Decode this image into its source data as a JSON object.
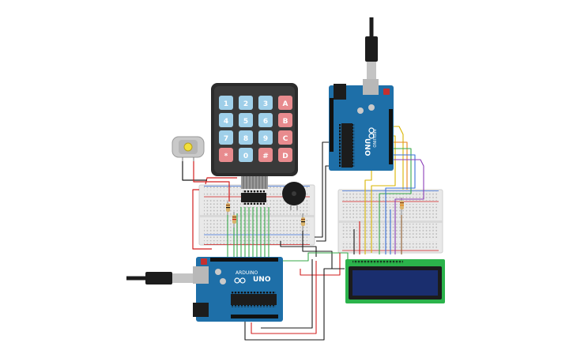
{
  "keypad": {
    "keys": [
      {
        "label": "1",
        "kind": "num"
      },
      {
        "label": "2",
        "kind": "num"
      },
      {
        "label": "3",
        "kind": "num"
      },
      {
        "label": "A",
        "kind": "fn"
      },
      {
        "label": "4",
        "kind": "num"
      },
      {
        "label": "5",
        "kind": "num"
      },
      {
        "label": "6",
        "kind": "num"
      },
      {
        "label": "B",
        "kind": "fn"
      },
      {
        "label": "7",
        "kind": "num"
      },
      {
        "label": "8",
        "kind": "num"
      },
      {
        "label": "9",
        "kind": "num"
      },
      {
        "label": "C",
        "kind": "fn"
      },
      {
        "label": "*",
        "kind": "fn"
      },
      {
        "label": "0",
        "kind": "num"
      },
      {
        "label": "#",
        "kind": "fn"
      },
      {
        "label": "D",
        "kind": "fn"
      }
    ]
  },
  "arduino_main": {
    "brand": "ARDUINO",
    "model": "UNO"
  },
  "arduino_top": {
    "brand": "ARDUINO",
    "model": "UNO"
  },
  "lcd": {
    "line1": "",
    "line2": ""
  },
  "colors": {
    "board_blue": "#1e6fa8",
    "keypad_body": "#2b2b2b",
    "key_num": "#9fcfe9",
    "key_fn": "#e88b8e",
    "breadboard": "#e9e9e9",
    "lcd_frame": "#2bb34b",
    "lcd_screen": "#1a2e6e",
    "wire_red": "#d21f1f",
    "wire_black": "#1a1a1a",
    "wire_green": "#37a84a",
    "wire_yellow": "#d8b400",
    "wire_orange": "#e8841a",
    "wire_blue": "#3a6fd8",
    "wire_purple": "#8c3fb8",
    "wire_brown": "#8b5a2b"
  }
}
